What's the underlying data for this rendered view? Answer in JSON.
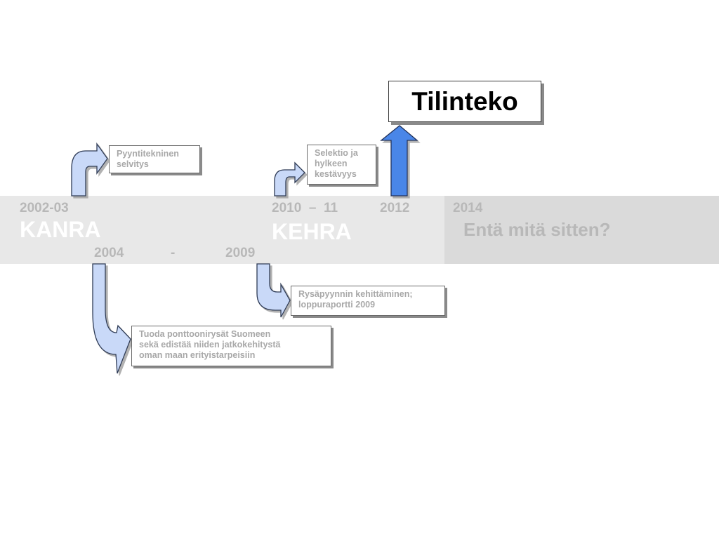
{
  "title": "Tilinteko",
  "timeline": {
    "year_2002": "2002-03",
    "kanra": "KANRA",
    "year_2004": "2004",
    "dash": "-",
    "year_2009": "2009",
    "year_2010": "2010  –  11",
    "kehra": "KEHRA",
    "year_2012": "2012",
    "year_2014": "2014",
    "future": "Entä mitä sitten?"
  },
  "boxes": {
    "pyynti": [
      "Pyyntitekninen",
      "selvitys"
    ],
    "selektio": [
      "Selektio ja",
      "hylkeen",
      "kestävyys"
    ],
    "rysa": [
      "Rysäpyynnin kehittäminen;",
      "loppuraportti 2009"
    ],
    "tuoda": [
      "Tuoda ponttoonirysät Suomeen",
      "sekä edistää niiden jatkokehitystä",
      "oman maan erityistarpeisiin"
    ]
  },
  "colors": {
    "arrow_light": "#c9d9f8",
    "arrow_blue": "#4a86e8",
    "band_left": "#e8e8e8",
    "band_right": "#dadada"
  }
}
